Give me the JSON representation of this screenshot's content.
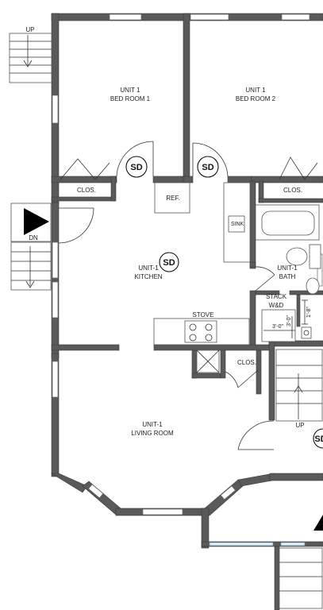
{
  "rooms": {
    "bedroom1": {
      "line1": "UNIT 1",
      "line2": "BED ROOM 1"
    },
    "bedroom2": {
      "line1": "UNIT 1",
      "line2": "BED ROOM 2"
    },
    "kitchen": {
      "line1": "UNIT-1",
      "line2": "KITCHEN"
    },
    "bath": {
      "line1": "UNIT-1",
      "line2": "BATH"
    },
    "living": {
      "line1": "UNIT-1",
      "line2": "LIVING ROOM"
    }
  },
  "labels": {
    "closet": "CLOS.",
    "ref": "REF.",
    "sink": "SINK",
    "stove": "STOVE",
    "stack_line1": "STACK",
    "stack_line2": "W&D",
    "up": "UP",
    "down": "DN",
    "smoke_detector": "SD",
    "dim_washer_width": "3'-0\"",
    "dim_washer_depth": "3'-0\"",
    "dim_alcove": "1'-8\""
  }
}
